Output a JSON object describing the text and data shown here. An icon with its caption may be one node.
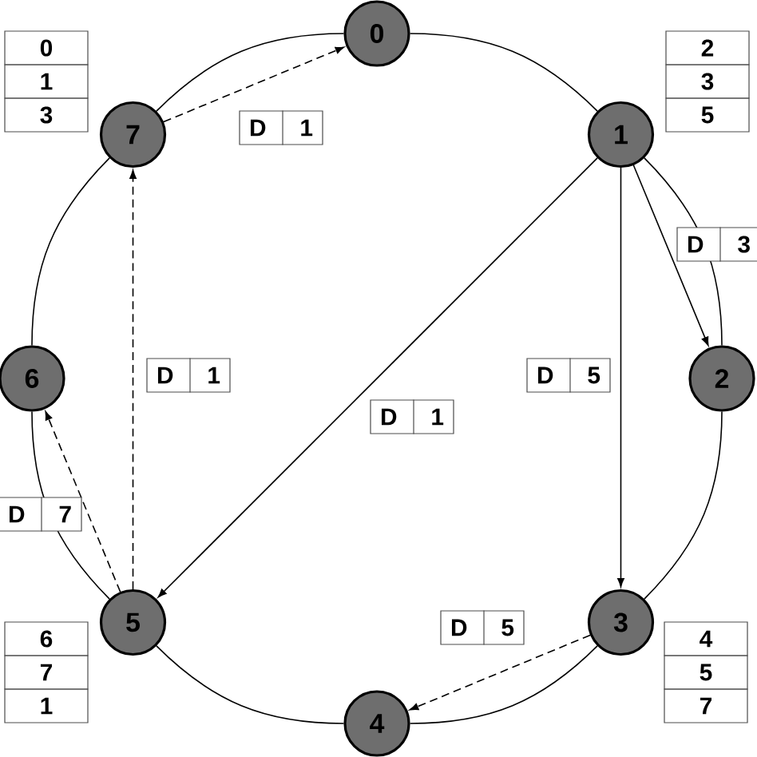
{
  "diagram": {
    "nodes": [
      {
        "text": [
          "0"
        ]
      },
      {
        "text": [
          "1"
        ]
      },
      {
        "text": [
          "2"
        ]
      },
      {
        "text": [
          "3"
        ]
      },
      {
        "text": [
          "4"
        ]
      },
      {
        "text": [
          "5"
        ]
      },
      {
        "text": [
          "6"
        ]
      },
      {
        "text": [
          "7"
        ]
      }
    ],
    "edges": [
      {
        "from": 0,
        "to": 1,
        "arrow": "none"
      },
      {
        "from": 1,
        "to": 2,
        "arrow": "none"
      },
      {
        "from": 2,
        "to": 3,
        "arrow": "none"
      },
      {
        "from": 3,
        "to": 4,
        "arrow": "none"
      },
      {
        "from": 4,
        "to": 5,
        "arrow": "none"
      },
      {
        "from": 5,
        "to": 6,
        "arrow": "none"
      },
      {
        "from": 6,
        "to": 7,
        "arrow": "none"
      },
      {
        "from": 7,
        "to": 0,
        "arrow": "none"
      },
      {
        "from": 7,
        "to": 0,
        "arrow": "to",
        "label": "D 1",
        "style": "dashed"
      },
      {
        "from": 1,
        "to": 2,
        "arrow": "to",
        "label": "D 3"
      },
      {
        "from": 1,
        "to": 3,
        "arrow": "to",
        "label": "D 5"
      },
      {
        "from": 1,
        "to": 5,
        "arrow": "to",
        "label": "D 1"
      },
      {
        "from": 5,
        "to": 7,
        "arrow": "to",
        "label": "D 1",
        "style": "dashed"
      },
      {
        "from": 5,
        "to": 6,
        "arrow": "to",
        "label": "D 7",
        "style": "dashed"
      },
      {
        "from": 3,
        "to": 4,
        "arrow": "to",
        "label": "D 5",
        "style": "dashed"
      }
    ],
    "labels": [
      "0",
      "1",
      "3",
      "2",
      "3",
      "5",
      "6",
      "7",
      "1",
      "4",
      "5",
      "7"
    ]
  }
}
